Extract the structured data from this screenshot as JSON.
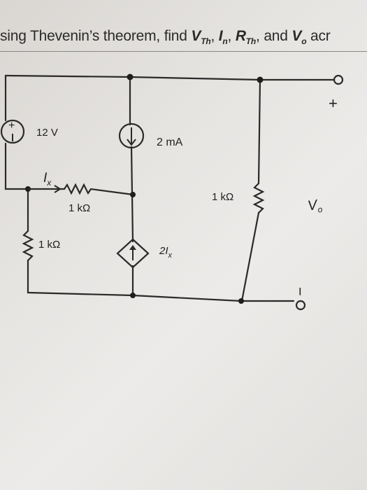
{
  "problem": {
    "prefix": "sing Thevenin’s theorem, find ",
    "vth": "V",
    "vth_sub": "Th",
    "sep1": ", ",
    "in": "I",
    "in_sub": "n",
    "sep2": ", ",
    "rth": "R",
    "rth_sub": "Th",
    "mid": ", and ",
    "vo": "V",
    "vo_sub": "o",
    "suffix": " acr"
  },
  "circuit": {
    "voltage_source": "12 V",
    "current_source": "2 mA",
    "ix_label": "I",
    "ix_sub": "x",
    "r_horizontal": "1 kΩ",
    "r_left": "1 kΩ",
    "r_right": "1 kΩ",
    "dependent_source": "2I",
    "dependent_sub": "x",
    "output_label": "V",
    "output_sub": "o",
    "plus_sign": "+",
    "minus_sign": "−"
  }
}
